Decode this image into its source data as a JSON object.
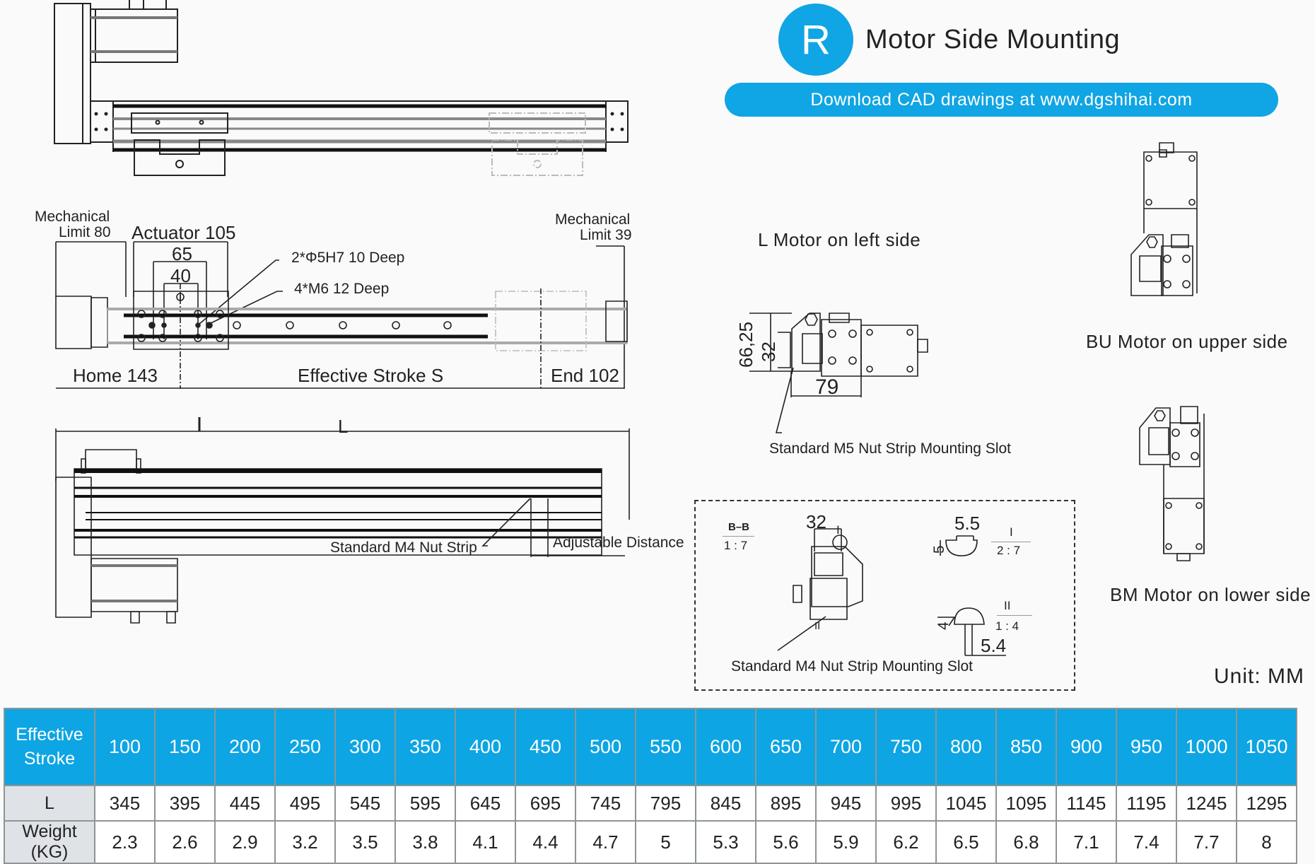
{
  "header": {
    "badge_letter": "R",
    "title": "Motor Side Mounting",
    "download_banner": "Download CAD drawings at www.dgshihai.com"
  },
  "drawing_top_view": {
    "mech_limit_left": [
      "Mechanical",
      "Limit 80"
    ],
    "actuator": "Actuator 105",
    "dim_65": "65",
    "dim_40": "40",
    "pin_hole_note": "2*Φ5H7  10 Deep",
    "thread_note": "4*M6  12 Deep",
    "mech_limit_right": [
      "Mechanical",
      "Limit 39"
    ],
    "home": "Home 143",
    "effective_stroke": "Effective Stroke S",
    "end": "End 102"
  },
  "drawing_side_view": {
    "overall_length": "L",
    "nut_strip_label": "Standard M4 Nut Strip",
    "adjustable_distance": "Adjustable Distance"
  },
  "motor_left": {
    "caption": "L   Motor on left side",
    "dim_height": "66,25",
    "dim_32": "32",
    "dim_79": "79",
    "slot_label": "Standard M5 Nut Strip Mounting Slot"
  },
  "section_detail": {
    "section_name": "B–B",
    "section_scale": "1  :  7",
    "dim_32": "32",
    "detail_i_marker": "I",
    "detail_ii_marker": "II",
    "detail_i_name": "I",
    "detail_i_scale": "2  :  7",
    "detail_i_width": "5.5",
    "detail_i_depth": "5",
    "detail_ii_name": "II",
    "detail_ii_scale": "1  :  4",
    "detail_ii_width": "5.4",
    "detail_ii_depth": "4",
    "slot_label": "Standard M4 Nut Strip Mounting Slot"
  },
  "motor_upper": {
    "caption": "BU   Motor on upper side"
  },
  "motor_lower": {
    "caption": "BM   Motor on lower side"
  },
  "unit": "Unit: MM",
  "spec_table": {
    "header_label": [
      "Effective",
      "Stroke"
    ],
    "strokes": [
      "100",
      "150",
      "200",
      "250",
      "300",
      "350",
      "400",
      "450",
      "500",
      "550",
      "600",
      "650",
      "700",
      "750",
      "800",
      "850",
      "900",
      "950",
      "1000",
      "1050"
    ],
    "rows": [
      {
        "label": "L",
        "values": [
          "345",
          "395",
          "445",
          "495",
          "545",
          "595",
          "645",
          "695",
          "745",
          "795",
          "845",
          "895",
          "945",
          "995",
          "1045",
          "1095",
          "1145",
          "1195",
          "1245",
          "1295"
        ]
      },
      {
        "label": "Weight (KG)",
        "values": [
          "2.3",
          "2.6",
          "2.9",
          "3.2",
          "3.5",
          "3.8",
          "4.1",
          "4.4",
          "4.7",
          "5",
          "5.3",
          "5.6",
          "5.9",
          "6.2",
          "6.5",
          "6.8",
          "7.1",
          "7.4",
          "7.7",
          "8"
        ]
      }
    ]
  }
}
